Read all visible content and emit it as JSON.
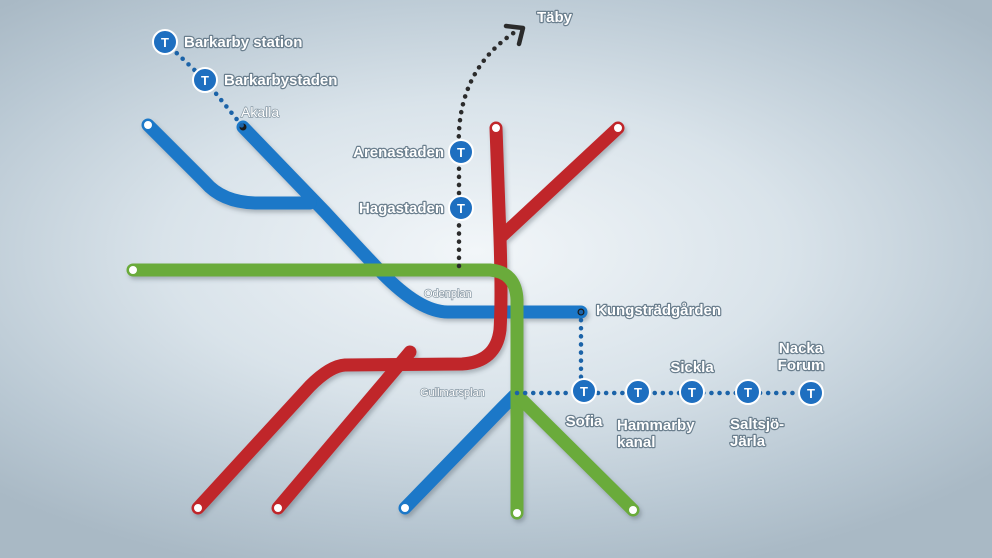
{
  "colors": {
    "blue_line": "#1a78c8",
    "red_line": "#c0262c",
    "green_line": "#6bab3a",
    "extension_dots": "#1b63a8",
    "taby_dots": "#2b2b2b",
    "station_circle": "#1e6fc0"
  },
  "station_icon": {
    "letter": "T",
    "icon": "tunnelbana-t-icon"
  },
  "new_stations": {
    "barkarby_station": "Barkarby station",
    "barkarbystaden": "Barkarbystaden",
    "arenastaden": "Arenastaden",
    "hagastaden": "Hagastaden",
    "sofia": "Sofia",
    "hammarby_kanal": [
      "Hammarby",
      "kanal"
    ],
    "sickla": "Sickla",
    "saltsjo_jarla": [
      "Saltsjö-",
      "Järla"
    ],
    "nacka_forum": [
      "Nacka",
      "Forum"
    ]
  },
  "existing_stations": {
    "akalla": "Akalla",
    "odenplan": "Odenplan",
    "gullmarsplan": "Gullmarsplan",
    "kungstradgarden": "Kungsträdgården"
  },
  "destination": {
    "taby": "Täby"
  }
}
